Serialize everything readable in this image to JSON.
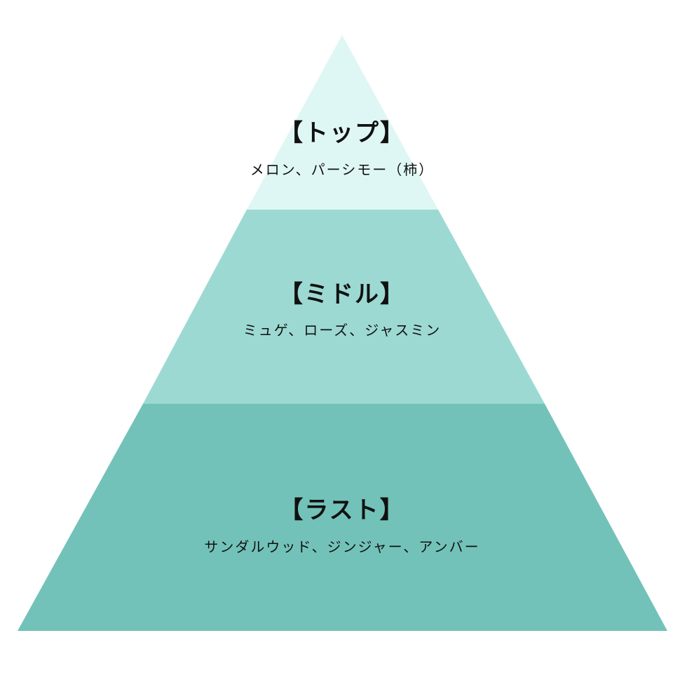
{
  "colors": {
    "top": "#dff7f4",
    "middle": "#9dd9d3",
    "last": "#73c2b9"
  },
  "tiers": [
    {
      "title": "【トップ】",
      "items": "メロン、パーシモー（柿）"
    },
    {
      "title": "【ミドル】",
      "items": "ミュゲ、ローズ、ジャスミン"
    },
    {
      "title": "【ラスト】",
      "items": "サンダルウッド、ジンジャー、アンバー"
    }
  ]
}
